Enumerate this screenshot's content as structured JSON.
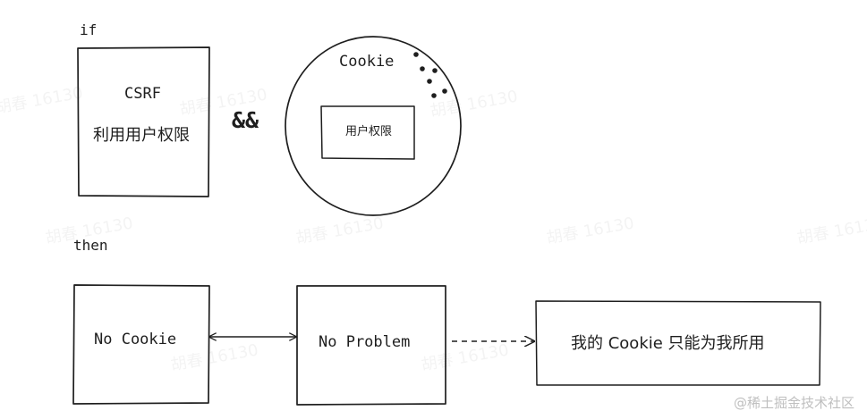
{
  "labels": {
    "if": "if",
    "then": "then",
    "and": "&&"
  },
  "box_csrf": {
    "title": "CSRF",
    "subtitle": "利用用户权限"
  },
  "cookie_circle": {
    "title": "Cookie",
    "inner_box": "用户权限"
  },
  "bottom_row": {
    "no_cookie": "No Cookie",
    "no_problem": "No Problem",
    "result": "我的 Cookie 只能为我所用"
  },
  "watermark": {
    "text": "胡春 16130"
  },
  "credit": {
    "text": "@稀土掘金技术社区"
  },
  "colors": {
    "stroke": "#1e1e1e",
    "background": "#ffffff"
  }
}
